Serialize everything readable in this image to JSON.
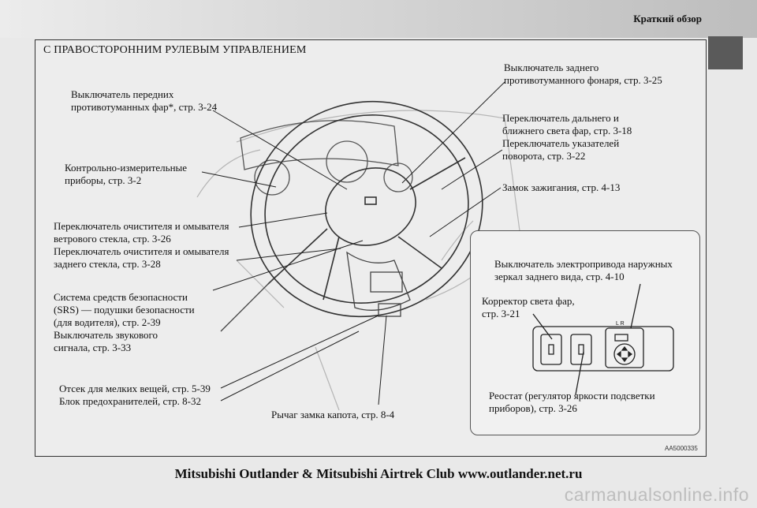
{
  "header": {
    "section_title": "Краткий обзор"
  },
  "figure": {
    "title": "С ПРАВОСТОРОННИМ РУЛЕВЫМ УПРАВЛЕНИЕМ",
    "labels": {
      "fog_front": "Выключатель передних\nпротивотуманных фар*, стр. 3-24",
      "fog_rear": "Выключатель заднего\nпротивотуманного фонаря, стр. 3-25",
      "headlight_turn": "Переключатель дальнего и\nближнего света фар, стр. 3-18\nПереключатель указателей\nповорота, стр. 3-22",
      "instruments": "Контрольно-измерительные\nприборы, стр. 3-2",
      "ignition": "Замок зажигания, стр. 4-13",
      "wipers": "Переключатель очистителя и омывателя\nветрового стекла, стр. 3-26\nПереключатель очистителя и омывателя\nзаднего стекла, стр. 3-28",
      "mirror_switch": "Выключатель электропривода наружных\nзеркал заднего вида, стр. 4-10",
      "headlight_leveling": "Корректор света фар,\nстр. 3-21",
      "srs_horn": "Система средств безопасности\n(SRS) —  подушки безопасности\n(для водителя), стр. 2-39\nВыключатель звукового\nсигнала, стр. 3-33",
      "storage_fuse": "Отсек для мелких вещей, стр. 5-39\nБлок предохранителей, стр. 8-32",
      "hood_lever": "Рычаг замка капота, стр. 8-4",
      "rheostat": "Реостат (регулятор яркости подсветки\nприборов), стр. 3-26",
      "mirror_switch_letters": "L   R"
    },
    "ref_code": "AA5000335"
  },
  "footer": {
    "text": "Mitsubishi Outlander & Mitsubishi Airtrek Club www.outlander.net.ru"
  },
  "watermark": {
    "text": "carmanualsonline.info"
  }
}
